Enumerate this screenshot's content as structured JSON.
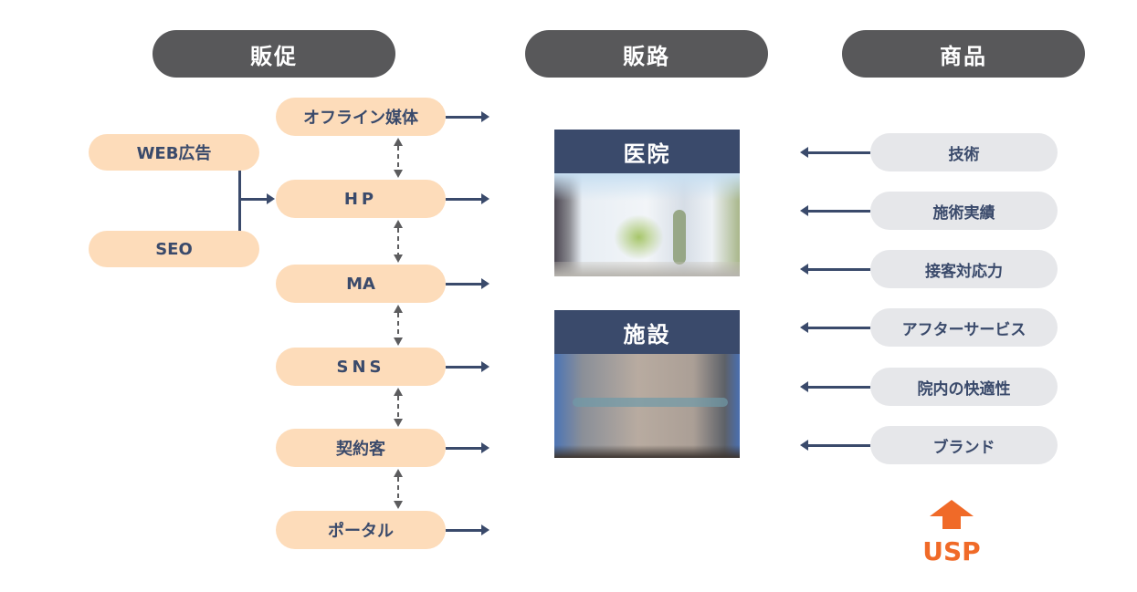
{
  "headers": {
    "promotion": "販促",
    "channel": "販路",
    "product": "商品"
  },
  "promotion": {
    "sources": [
      "WEB広告",
      "SEO"
    ],
    "media": [
      "オフライン媒体",
      "HP",
      "MA",
      "SNS",
      "契約客",
      "ポータル"
    ]
  },
  "channel": {
    "cards": [
      {
        "label": "医院"
      },
      {
        "label": "施設"
      }
    ]
  },
  "product": {
    "items": [
      "技術",
      "施術実績",
      "接客対応力",
      "アフターサービス",
      "院内の快適性",
      "ブランド"
    ]
  },
  "usp": {
    "label": "USP",
    "color": "#f06a28"
  }
}
